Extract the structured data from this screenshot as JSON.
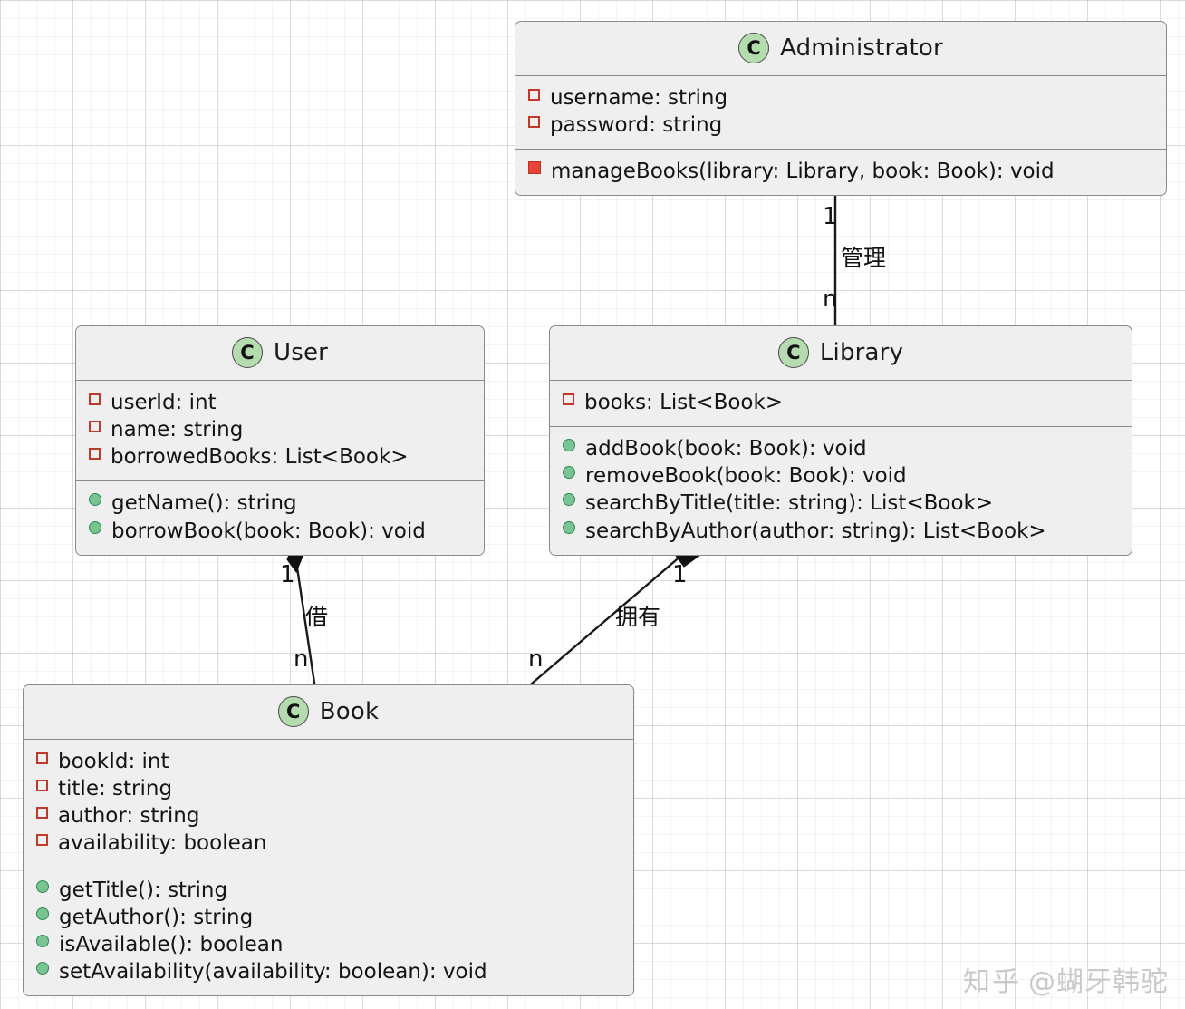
{
  "diagram": {
    "type": "uml-class-diagram",
    "classes": [
      {
        "id": "administrator",
        "name": "Administrator",
        "icon": "class-c-icon",
        "attributes": [
          {
            "visibility": "private",
            "marker": "private-attr-square",
            "text": "username: string"
          },
          {
            "visibility": "private",
            "marker": "private-attr-square",
            "text": "password: string"
          }
        ],
        "methods": [
          {
            "visibility": "private",
            "marker": "private-method-square",
            "text": "manageBooks(library: Library, book: Book): void"
          }
        ]
      },
      {
        "id": "user",
        "name": "User",
        "icon": "class-c-icon",
        "attributes": [
          {
            "visibility": "private",
            "marker": "private-attr-square",
            "text": "userId: int"
          },
          {
            "visibility": "private",
            "marker": "private-attr-square",
            "text": "name: string"
          },
          {
            "visibility": "private",
            "marker": "private-attr-square",
            "text": "borrowedBooks: List<Book>"
          }
        ],
        "methods": [
          {
            "visibility": "public",
            "marker": "public-method-circle",
            "text": "getName(): string"
          },
          {
            "visibility": "public",
            "marker": "public-method-circle",
            "text": "borrowBook(book: Book): void"
          }
        ]
      },
      {
        "id": "library",
        "name": "Library",
        "icon": "class-c-icon",
        "attributes": [
          {
            "visibility": "private",
            "marker": "private-attr-square",
            "text": "books: List<Book>"
          }
        ],
        "methods": [
          {
            "visibility": "public",
            "marker": "public-method-circle",
            "text": "addBook(book: Book): void"
          },
          {
            "visibility": "public",
            "marker": "public-method-circle",
            "text": "removeBook(book: Book): void"
          },
          {
            "visibility": "public",
            "marker": "public-method-circle",
            "text": "searchByTitle(title: string): List<Book>"
          },
          {
            "visibility": "public",
            "marker": "public-method-circle",
            "text": "searchByAuthor(author: string): List<Book>"
          }
        ]
      },
      {
        "id": "book",
        "name": "Book",
        "icon": "class-c-icon",
        "attributes": [
          {
            "visibility": "private",
            "marker": "private-attr-square",
            "text": "bookId: int"
          },
          {
            "visibility": "private",
            "marker": "private-attr-square",
            "text": "title: string"
          },
          {
            "visibility": "private",
            "marker": "private-attr-square",
            "text": "author: string"
          },
          {
            "visibility": "private",
            "marker": "private-attr-square",
            "text": "availability: boolean"
          }
        ],
        "methods": [
          {
            "visibility": "public",
            "marker": "public-method-circle",
            "text": "getTitle(): string"
          },
          {
            "visibility": "public",
            "marker": "public-method-circle",
            "text": "getAuthor(): string"
          },
          {
            "visibility": "public",
            "marker": "public-method-circle",
            "text": "isAvailable(): boolean"
          },
          {
            "visibility": "public",
            "marker": "public-method-circle",
            "text": "setAvailability(availability: boolean): void"
          }
        ]
      }
    ],
    "relationships": [
      {
        "id": "admin-library",
        "from": "administrator",
        "to": "library",
        "kind": "association",
        "source_multiplicity": "1",
        "target_multiplicity": "n",
        "label": "管理"
      },
      {
        "id": "user-book",
        "from": "user",
        "to": "book",
        "kind": "composition",
        "source_multiplicity": "1",
        "target_multiplicity": "n",
        "label": "借"
      },
      {
        "id": "library-book",
        "from": "library",
        "to": "book",
        "kind": "composition",
        "source_multiplicity": "1",
        "target_multiplicity": "n",
        "label": "拥有"
      }
    ]
  },
  "watermark": {
    "brand": "知乎",
    "user": "@蝴牙韩驼"
  },
  "colors": {
    "box_fill": "#efefef",
    "box_border": "#8a8a8a",
    "class_icon_fill": "#b4dcae",
    "private_marker": "#c0392b",
    "private_method_fill": "#e8443a",
    "public_marker": "#79c493",
    "connector": "#1a1a1a"
  }
}
